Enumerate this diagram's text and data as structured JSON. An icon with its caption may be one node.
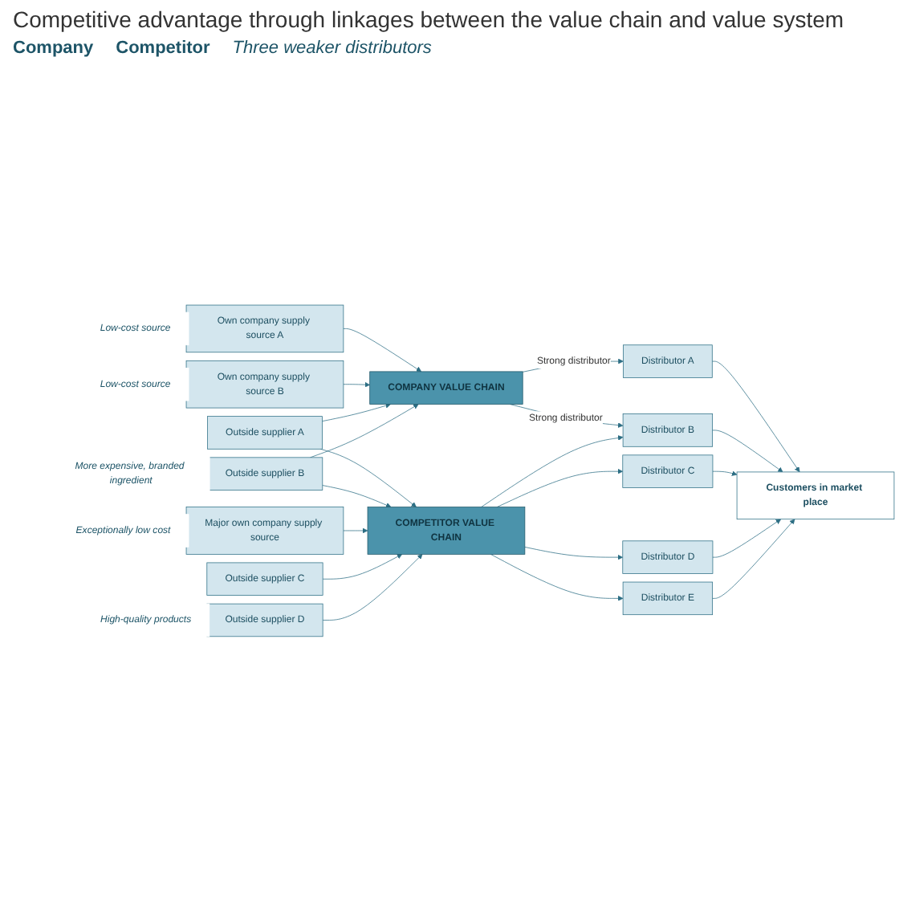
{
  "diagram": {
    "title": "Competitive advantage through linkages between the value chain and value system",
    "nodes": [
      {
        "text": [
          "Own company supply source A"
        ],
        "beside": [
          "Low-cost source"
        ]
      },
      {
        "text": [
          "Own company supply source B"
        ],
        "beside": [
          "Low-cost source"
        ]
      },
      {
        "text": [
          "Outside supplier A"
        ]
      },
      {
        "text": [
          "Outside supplier B"
        ],
        "beside": [
          "More expensive, branded ingredient"
        ]
      },
      {
        "text": [
          "Major own company supply source"
        ],
        "beside": [
          "Exceptionally low cost"
        ]
      },
      {
        "text": [
          "Outside supplier C"
        ]
      },
      {
        "text": [
          "Outside supplier D"
        ],
        "beside": [
          "High-quality products"
        ]
      },
      {
        "text": [
          "COMPANY VALUE CHAIN"
        ]
      },
      {
        "text": [
          "COMPETITOR VALUE CHAIN"
        ]
      },
      {
        "text": [
          "Distributor A"
        ]
      },
      {
        "text": [
          "Distributor B"
        ]
      },
      {
        "text": [
          "Distributor C"
        ]
      },
      {
        "text": [
          "Distributor D"
        ]
      },
      {
        "text": [
          "Distributor E"
        ]
      },
      {
        "text": [
          "Customers in market place"
        ]
      }
    ],
    "edges": [
      {
        "from": 0,
        "to": 7,
        "arrow": "to"
      },
      {
        "from": 1,
        "to": 7,
        "arrow": "to"
      },
      {
        "from": 2,
        "to": 7,
        "arrow": "to"
      },
      {
        "from": 3,
        "to": 7,
        "arrow": "to"
      },
      {
        "from": 2,
        "to": 8,
        "arrow": "to"
      },
      {
        "from": 3,
        "to": 8,
        "arrow": "to"
      },
      {
        "from": 4,
        "to": 8,
        "arrow": "to"
      },
      {
        "from": 5,
        "to": 8,
        "arrow": "to"
      },
      {
        "from": 6,
        "to": 8,
        "arrow": "to"
      },
      {
        "from": 7,
        "to": 9,
        "arrow": "to",
        "label": "Strong distributor"
      },
      {
        "from": 7,
        "to": 10,
        "arrow": "to",
        "label": "Strong distributor"
      },
      {
        "from": 8,
        "to": 10,
        "arrow": "to"
      },
      {
        "from": 8,
        "to": 11,
        "arrow": "to"
      },
      {
        "from": 8,
        "to": 12,
        "arrow": "to"
      },
      {
        "from": 8,
        "to": 13,
        "arrow": "to"
      },
      {
        "from": 9,
        "to": 14,
        "arrow": "to"
      },
      {
        "from": 10,
        "to": 14,
        "arrow": "to"
      },
      {
        "from": 11,
        "to": 14,
        "arrow": "to"
      },
      {
        "from": 12,
        "to": 14,
        "arrow": "to"
      },
      {
        "from": 13,
        "to": 14,
        "arrow": "to"
      }
    ],
    "labels": [
      "Company",
      "Competitor",
      "Three weaker distributors"
    ]
  }
}
